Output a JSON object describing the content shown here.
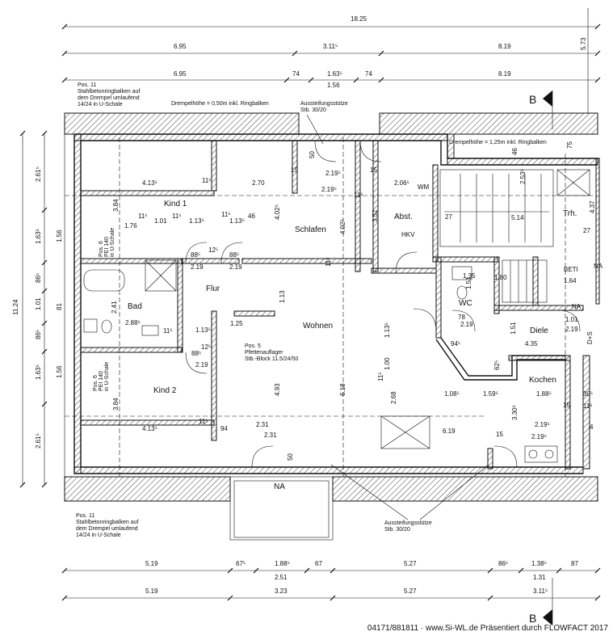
{
  "top_dims": {
    "total": "18.25",
    "row2": [
      "6.95",
      "3.11⁵",
      "8.19"
    ],
    "row3": [
      "6.95",
      "74",
      "1.63⁵",
      "74",
      "8.19"
    ],
    "row3_sub": "1.56",
    "right_vertical": "5.73"
  },
  "bottom_dims": {
    "row1": [
      "5.19",
      "67⁵",
      "1.88⁵",
      "67",
      "5.27",
      "86⁵",
      "1.38⁵",
      "87"
    ],
    "row1_sub": [
      "2.51",
      "1.31"
    ],
    "row2": [
      "5.19",
      "3.23",
      "5.27",
      "3.11⁵"
    ]
  },
  "left_dims": {
    "outer": [
      "2.61⁵",
      "1.63⁵",
      "86⁵",
      "1.01",
      "86⁵",
      "1.63⁵",
      "2.61⁵"
    ],
    "total": "11.24",
    "inner": [
      "1.56",
      "81",
      "1.56"
    ]
  },
  "section_marker": "B",
  "notes": {
    "pos11_top": [
      "Pos. 11",
      "Stahlbetonringbalken auf",
      "dem Drempel umlaufend",
      "14/24 in U-Schale"
    ],
    "pos11_bottom": [
      "Pos. 11",
      "Stahlbetonringbalken auf",
      "dem Drempel umlaufend",
      "14/24 in U-Schale"
    ],
    "drempel_left": "Drempelhöhe = 0,50m inkl. Ringbalken",
    "drempel_right": "Drempelhöhe = 1,25m inkl. Ringbalken",
    "stuetze_top": [
      "Aussteifungsstütze",
      "Stb. 30/20"
    ],
    "stuetze_bottom": [
      "Aussteifungsstütze",
      "Stb. 30/20"
    ],
    "pos5": [
      "Pos. 5",
      "Pfettenauflager",
      "Stb.-Block 11.5/24/50"
    ],
    "pos6_top": [
      "Pos. 6",
      "PEI 140",
      "in U-Schale"
    ],
    "pos6_bottom": [
      "Pos. 6",
      "PEI 140",
      "in U-Schale"
    ]
  },
  "rooms": [
    "Kind 1",
    "Schlafen",
    "Abst.",
    "Trh.",
    "Flur",
    "Bad",
    "Wohnen",
    "WC",
    "Diele",
    "Kind 2",
    "Kochen",
    "NA",
    "NA",
    "NA",
    "BETI",
    "WM",
    "HKV",
    "D+S"
  ],
  "inner_dims": {
    "kind1": [
      "4.13⁵",
      "11⁵",
      "2.70",
      "3.84",
      "1.76",
      "1.01",
      "1.13⁵",
      "11⁵",
      "11⁵",
      "11⁵",
      "1.13⁵",
      "46"
    ],
    "schlafen": [
      "2.19⁵",
      "2.19⁵",
      "4.02⁵",
      "4.02⁵",
      "15",
      "50",
      "11⁵"
    ],
    "abst": [
      "2.06⁵",
      "11⁵",
      "3.52",
      "15"
    ],
    "trh": [
      "5.14",
      "2.53⁵",
      "27",
      "27",
      "4.37",
      "46",
      "75",
      "1.64",
      "1.80",
      "1.35",
      "1.51"
    ],
    "flur": [
      "88⁵",
      "88⁵",
      "2.19",
      "2.19",
      "1.13⁵",
      "1.25",
      "88⁵",
      "2.19",
      "12⁵",
      "12⁵"
    ],
    "bad": [
      "2.41",
      "2.88⁵",
      "11⁵"
    ],
    "wohnen": [
      "4.93",
      "6.18",
      "1.13⁵",
      "1.00",
      "2.68",
      "1.13",
      "6.19",
      "11⁵"
    ],
    "wc": [
      "78",
      "2.19",
      "1.01",
      "2.19"
    ],
    "diele": [
      "1.51",
      "4.35",
      "94⁵",
      "62⁵"
    ],
    "kind2": [
      "4.13⁵",
      "3.84",
      "11⁵",
      "94",
      "2.31",
      "2.31",
      "50"
    ],
    "kochen": [
      "1.08⁵",
      "1.59⁵",
      "1.88⁵",
      "3.30⁵",
      "2.19⁵",
      "2.19⁵",
      "15",
      "15",
      "30⁵",
      "11⁵",
      "4"
    ]
  },
  "footer": "04171/881811 · www.Si-WL.de Präsentiert durch FLOWFACT 2017"
}
